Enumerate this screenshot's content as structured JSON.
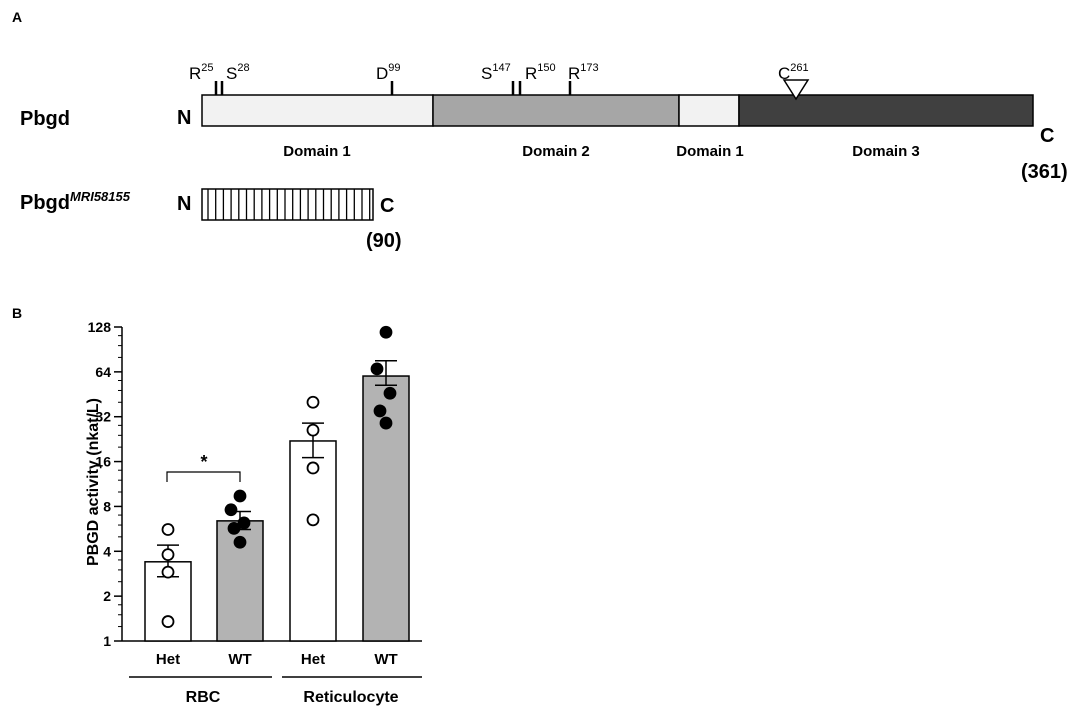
{
  "panel_a": {
    "label": "A",
    "protein_label": "Pbgd",
    "n_label": "N",
    "c_label": "C",
    "length_label": "(361)",
    "residues": [
      {
        "base": "R",
        "sup": "25"
      },
      {
        "base": "S",
        "sup": "28"
      },
      {
        "base": "D",
        "sup": "99"
      },
      {
        "base": "S",
        "sup": "147"
      },
      {
        "base": "R",
        "sup": "150"
      },
      {
        "base": "R",
        "sup": "173"
      },
      {
        "base": "C",
        "sup": "261"
      }
    ],
    "domains": [
      {
        "label": "Domain 1",
        "color": "#f2f2f2"
      },
      {
        "label": "Domain 2",
        "color": "#a6a6a6"
      },
      {
        "label": "Domain 1",
        "color": "#f2f2f2"
      },
      {
        "label": "Domain 3",
        "color": "#404040"
      }
    ],
    "mutant_label_base": "Pbgd",
    "mutant_label_sup": "MRI58155",
    "mutant_n_label": "N",
    "mutant_c_label": "C",
    "mutant_length_label": "(90)"
  },
  "panel_b": {
    "label": "B",
    "significance_marker": "*"
  },
  "chart_data": {
    "type": "bar",
    "ylabel": "PBGD activity (nkat/L)",
    "yscale": "log2",
    "ylim": [
      1,
      128
    ],
    "yticks": [
      "1",
      "2",
      "4",
      "8",
      "16",
      "32",
      "64",
      "128"
    ],
    "categories": [
      "Het",
      "WT",
      "Het",
      "WT"
    ],
    "groups": [
      {
        "label": "RBC",
        "categories": [
          0,
          1
        ]
      },
      {
        "label": "Reticulocyte",
        "categories": [
          2,
          3
        ]
      }
    ],
    "bar_colors": [
      "#ffffff",
      "#b3b3b3",
      "#ffffff",
      "#b3b3b3"
    ],
    "bars": [
      {
        "category": "Het",
        "group": "RBC",
        "mean": 3.4,
        "sem_low": 2.7,
        "sem_high": 4.4,
        "points": [
          5.6,
          3.8,
          2.9,
          1.35
        ],
        "marker": "open"
      },
      {
        "category": "WT",
        "group": "RBC",
        "mean": 6.4,
        "sem_low": 5.6,
        "sem_high": 7.4,
        "points": [
          9.4,
          7.6,
          6.2,
          5.7,
          4.6
        ],
        "marker": "filled"
      },
      {
        "category": "Het",
        "group": "Reticulocyte",
        "mean": 22,
        "sem_low": 17,
        "sem_high": 29,
        "points": [
          40,
          26,
          14.5,
          6.5
        ],
        "marker": "open"
      },
      {
        "category": "WT",
        "group": "Reticulocyte",
        "mean": 60,
        "sem_low": 52,
        "sem_high": 76,
        "points": [
          118,
          67,
          46,
          35,
          29
        ],
        "marker": "filled"
      }
    ],
    "significance": [
      {
        "from": 0,
        "to": 1,
        "label": "*"
      }
    ]
  }
}
